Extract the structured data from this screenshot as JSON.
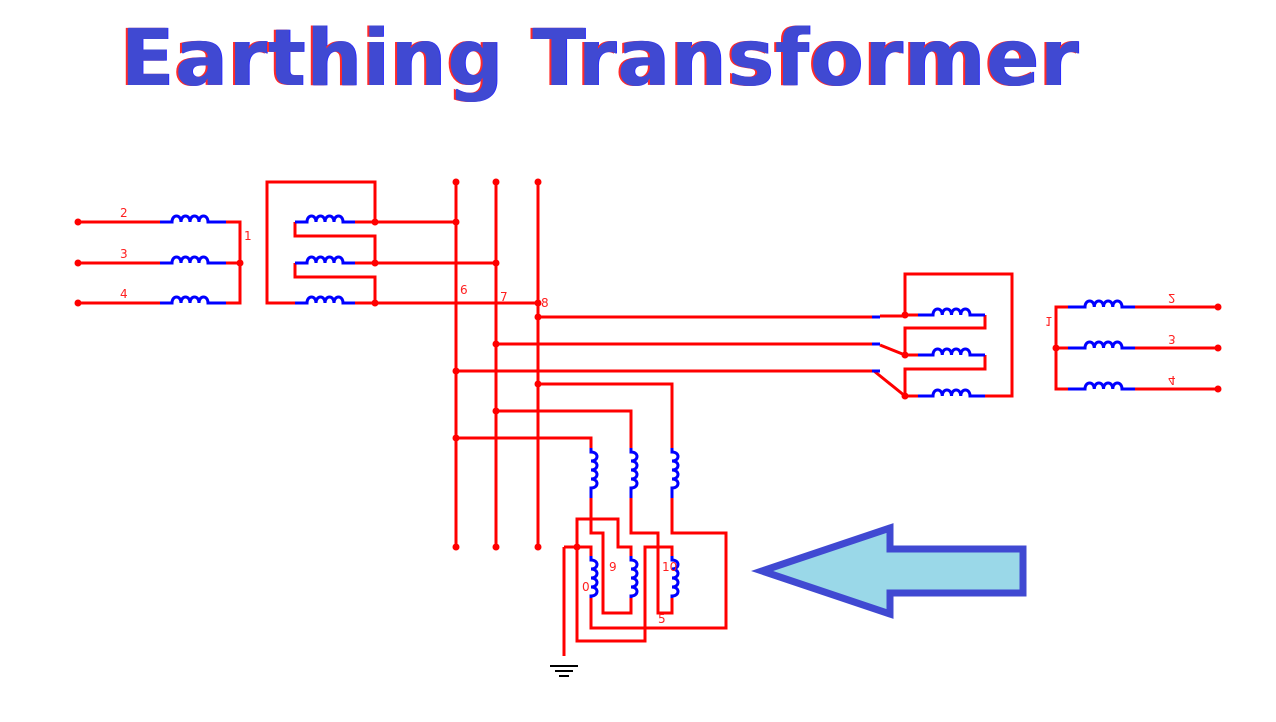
{
  "title": "Earthing Transformer",
  "colors": {
    "wire": "#ff0000",
    "coil": "#0000ff",
    "title": "#4049d2",
    "arrow_fill": "#9ad8e8",
    "arrow_stroke": "#4049d2"
  },
  "source_winding": {
    "labels": [
      "1",
      "2",
      "3",
      "4"
    ]
  },
  "bus_labels": [
    "6",
    "7",
    "8"
  ],
  "load_winding": {
    "labels": [
      "1",
      "2",
      "3",
      "4"
    ]
  },
  "zigzag_labels": [
    "0",
    "9",
    "10",
    "5"
  ]
}
